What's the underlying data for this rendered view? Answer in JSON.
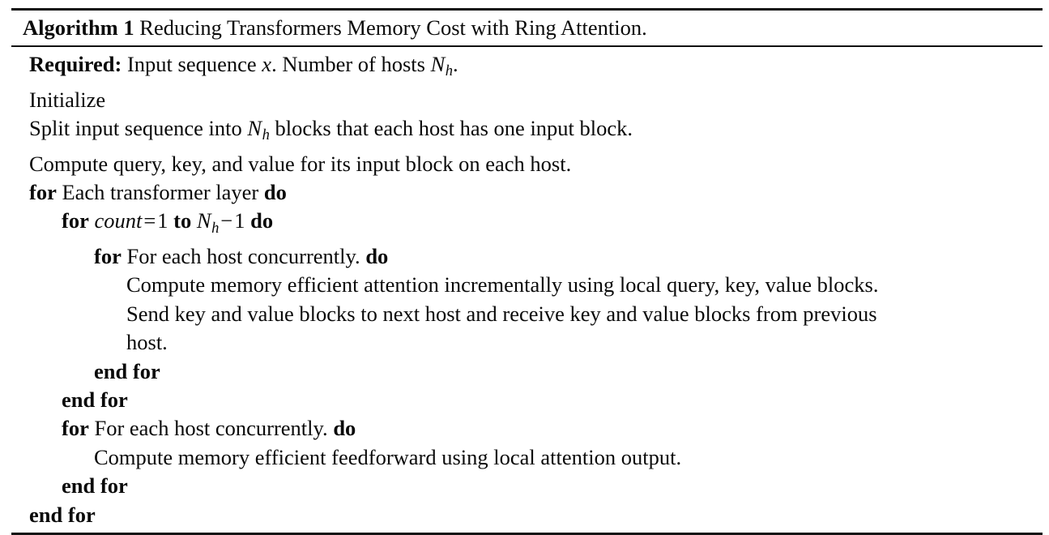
{
  "algorithm": {
    "label": "Algorithm 1",
    "caption": "Reducing Transformers Memory Cost with Ring Attention.",
    "keywords": {
      "required": "Required:",
      "for": "for",
      "do": "do",
      "to": "to",
      "end_for": "end for"
    },
    "symbols": {
      "x": "x",
      "N": "N",
      "h": "h",
      "count": "count",
      "equals": "=",
      "one": "1",
      "minus": "−"
    },
    "lines": [
      {
        "id": "required",
        "indent": 0,
        "text_before": " Input sequence ",
        "text_after": ". Number of hosts ",
        "text_end": "."
      },
      {
        "id": "initialize",
        "indent": 0,
        "text": "Initialize"
      },
      {
        "id": "split-input",
        "indent": 0,
        "text_before": "Split input sequence into ",
        "text_after": " blocks that each host has one input block."
      },
      {
        "id": "compute-qkv",
        "indent": 0,
        "text": "Compute query, key, and value for its input block on each host."
      },
      {
        "id": "for-layer",
        "indent": 0,
        "text": "Each transformer layer"
      },
      {
        "id": "for-count",
        "indent": 1,
        "text": "count = 1 to N_h - 1"
      },
      {
        "id": "for-host-inner",
        "indent": 2,
        "text": "For each host concurrently."
      },
      {
        "id": "compute-attention",
        "indent": 3,
        "text": "Compute memory efficient attention incrementally using local query, key, value blocks."
      },
      {
        "id": "send-receive",
        "indent": 3,
        "text_l1": "Send key and value blocks to next host and receive key and value blocks from previous",
        "text_l2": "host."
      },
      {
        "id": "end-for-inner-host",
        "indent": 2,
        "text": "end for"
      },
      {
        "id": "end-for-count",
        "indent": 1,
        "text": "end for"
      },
      {
        "id": "for-host-outer",
        "indent": 1,
        "text": "For each host concurrently."
      },
      {
        "id": "compute-feedforward",
        "indent": 2,
        "text": "Compute memory efficient feedforward using local attention output."
      },
      {
        "id": "end-for-host-outer",
        "indent": 1,
        "text": "end for"
      },
      {
        "id": "end-for-layer",
        "indent": 0,
        "text": "end for"
      }
    ]
  }
}
